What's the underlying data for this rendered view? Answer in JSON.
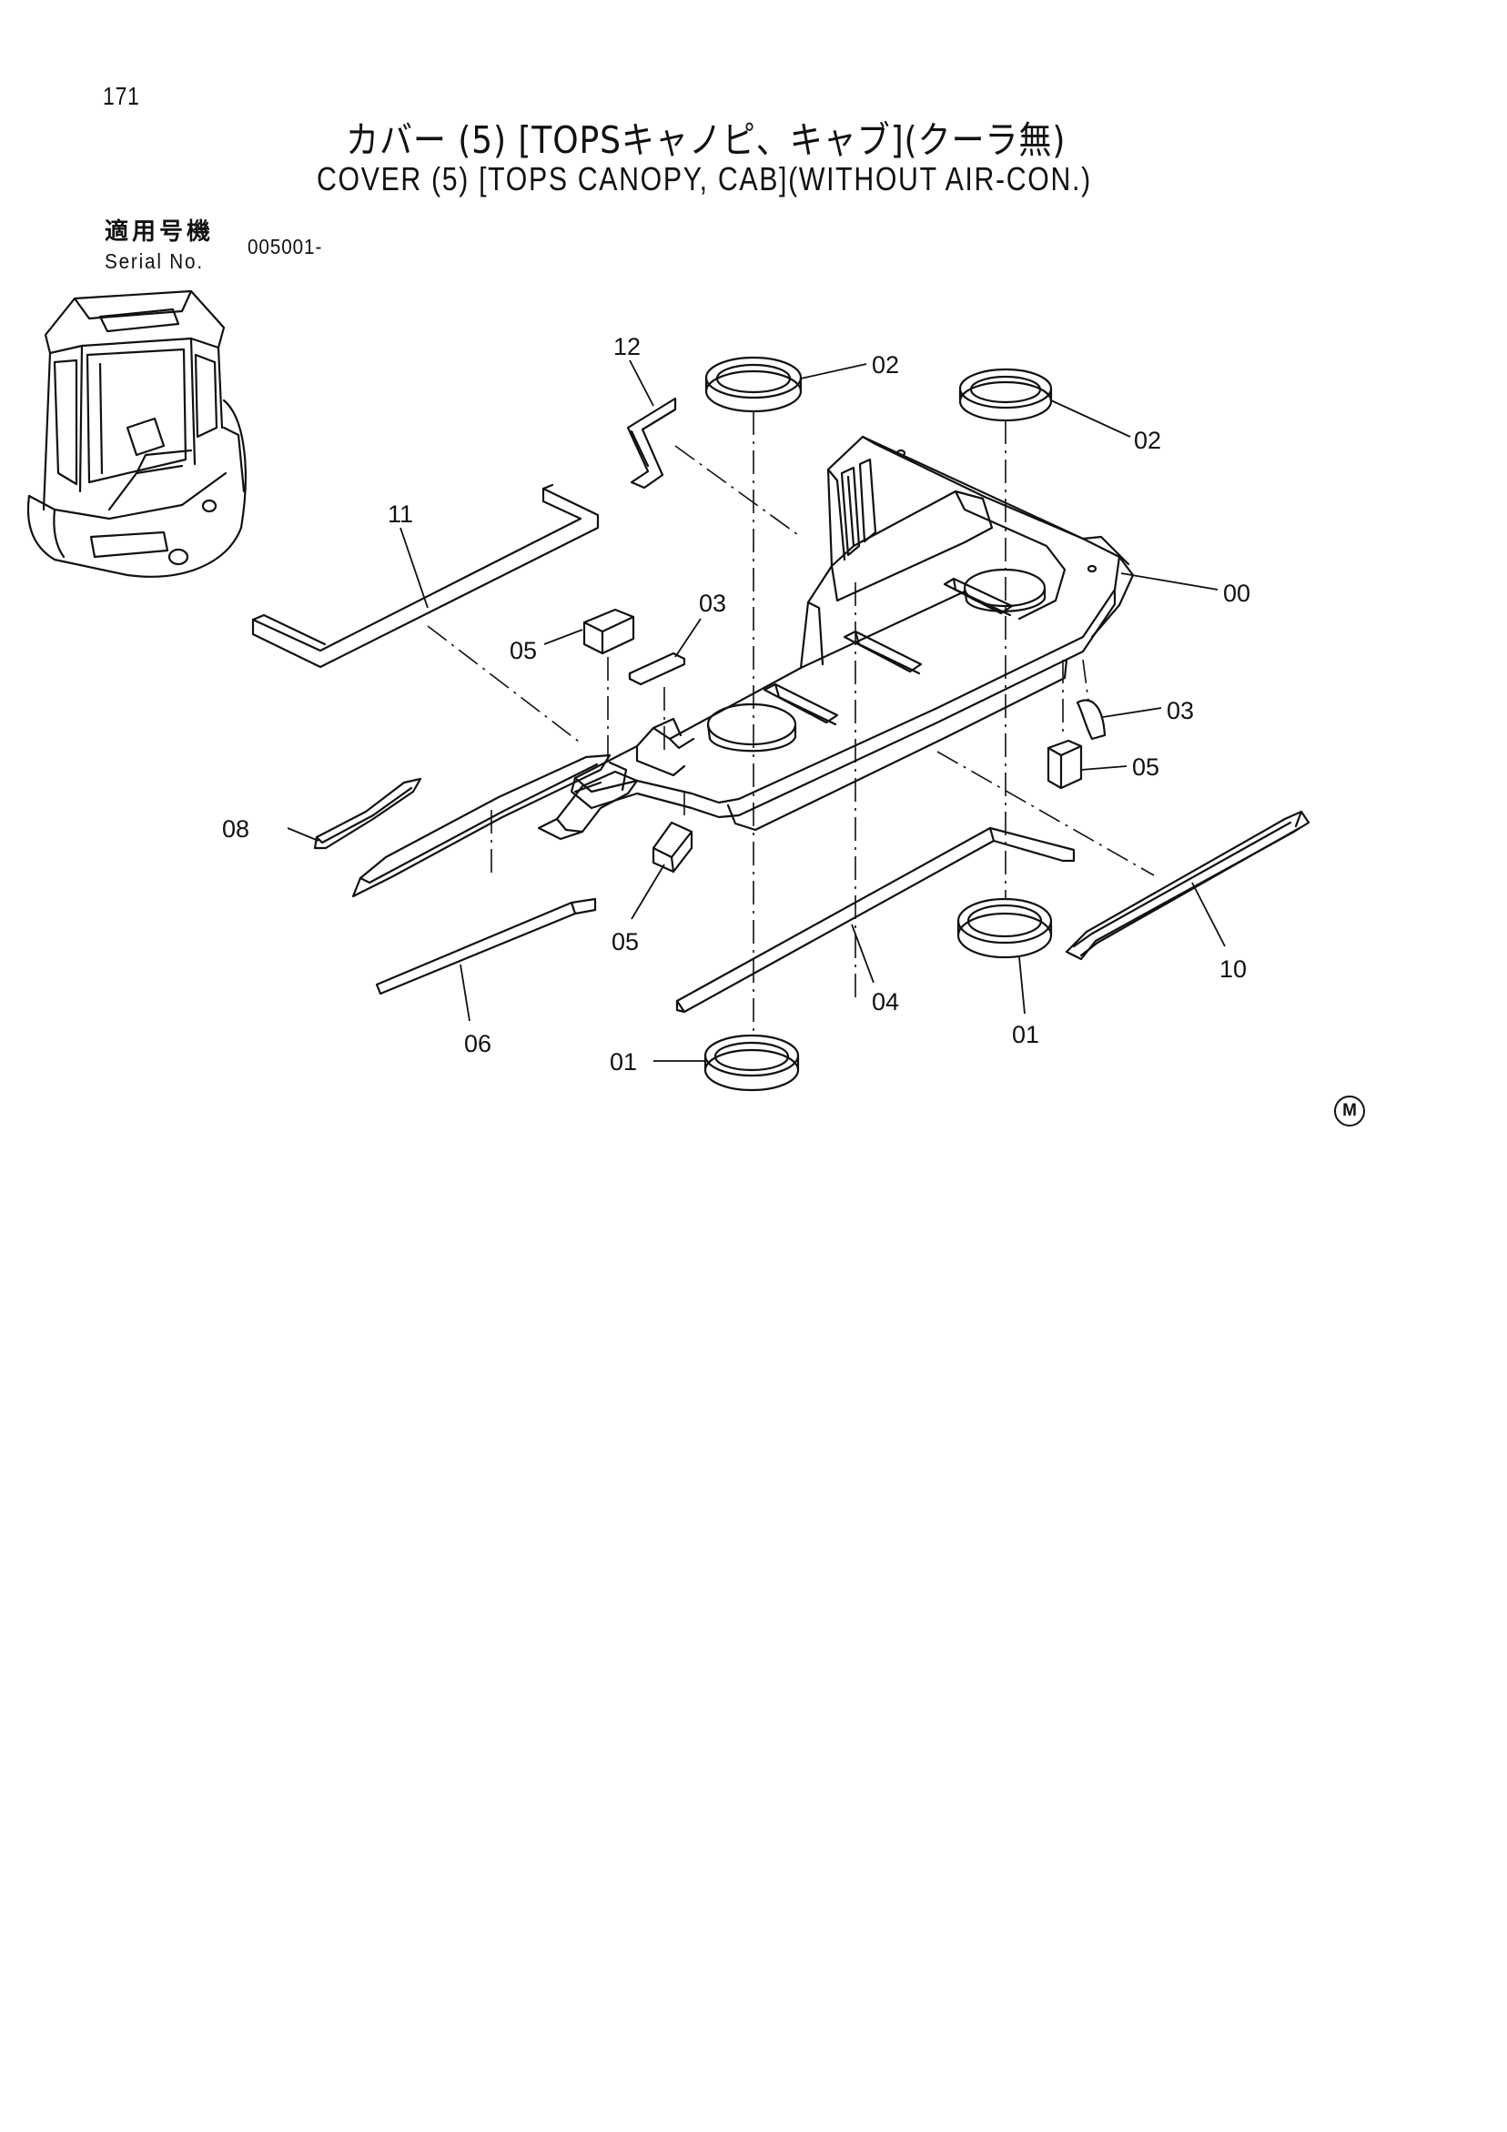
{
  "page": {
    "number": "171",
    "title_jp": "カバー (5) [TOPSキャノピ、キャブ](クーラ無)",
    "title_en": "COVER (5) [TOPS CANOPY, CAB](WITHOUT AIR-CON.)"
  },
  "serial": {
    "label_jp": "適用号機",
    "label_en": "Serial No.",
    "value": "005001-"
  },
  "callouts": {
    "c00": "00",
    "c01a": "01",
    "c01b": "01",
    "c02a": "02",
    "c02b": "02",
    "c03a": "03",
    "c03b": "03",
    "c04": "04",
    "c05a": "05",
    "c05b": "05",
    "c05c": "05",
    "c06": "06",
    "c08": "08",
    "c10": "10",
    "c11": "11",
    "c12": "12"
  },
  "marker": "M"
}
